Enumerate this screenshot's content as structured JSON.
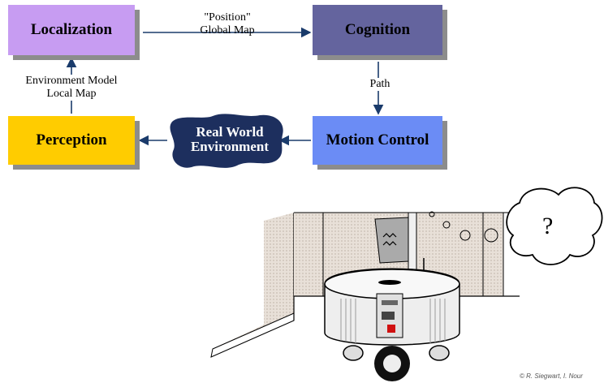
{
  "boxes": {
    "localization": "Localization",
    "cognition": "Cognition",
    "perception": "Perception",
    "motion_control": "Motion Control"
  },
  "cloud": {
    "line1": "Real World",
    "line2": "Environment"
  },
  "edges": {
    "position_line1": "\"Position\"",
    "position_line2": "Global Map",
    "env_line1": "Environment Model",
    "env_line2": "Local Map",
    "path": "Path"
  },
  "thought_bubble": "?",
  "credit": "© R. Siegwart, I. Nour"
}
